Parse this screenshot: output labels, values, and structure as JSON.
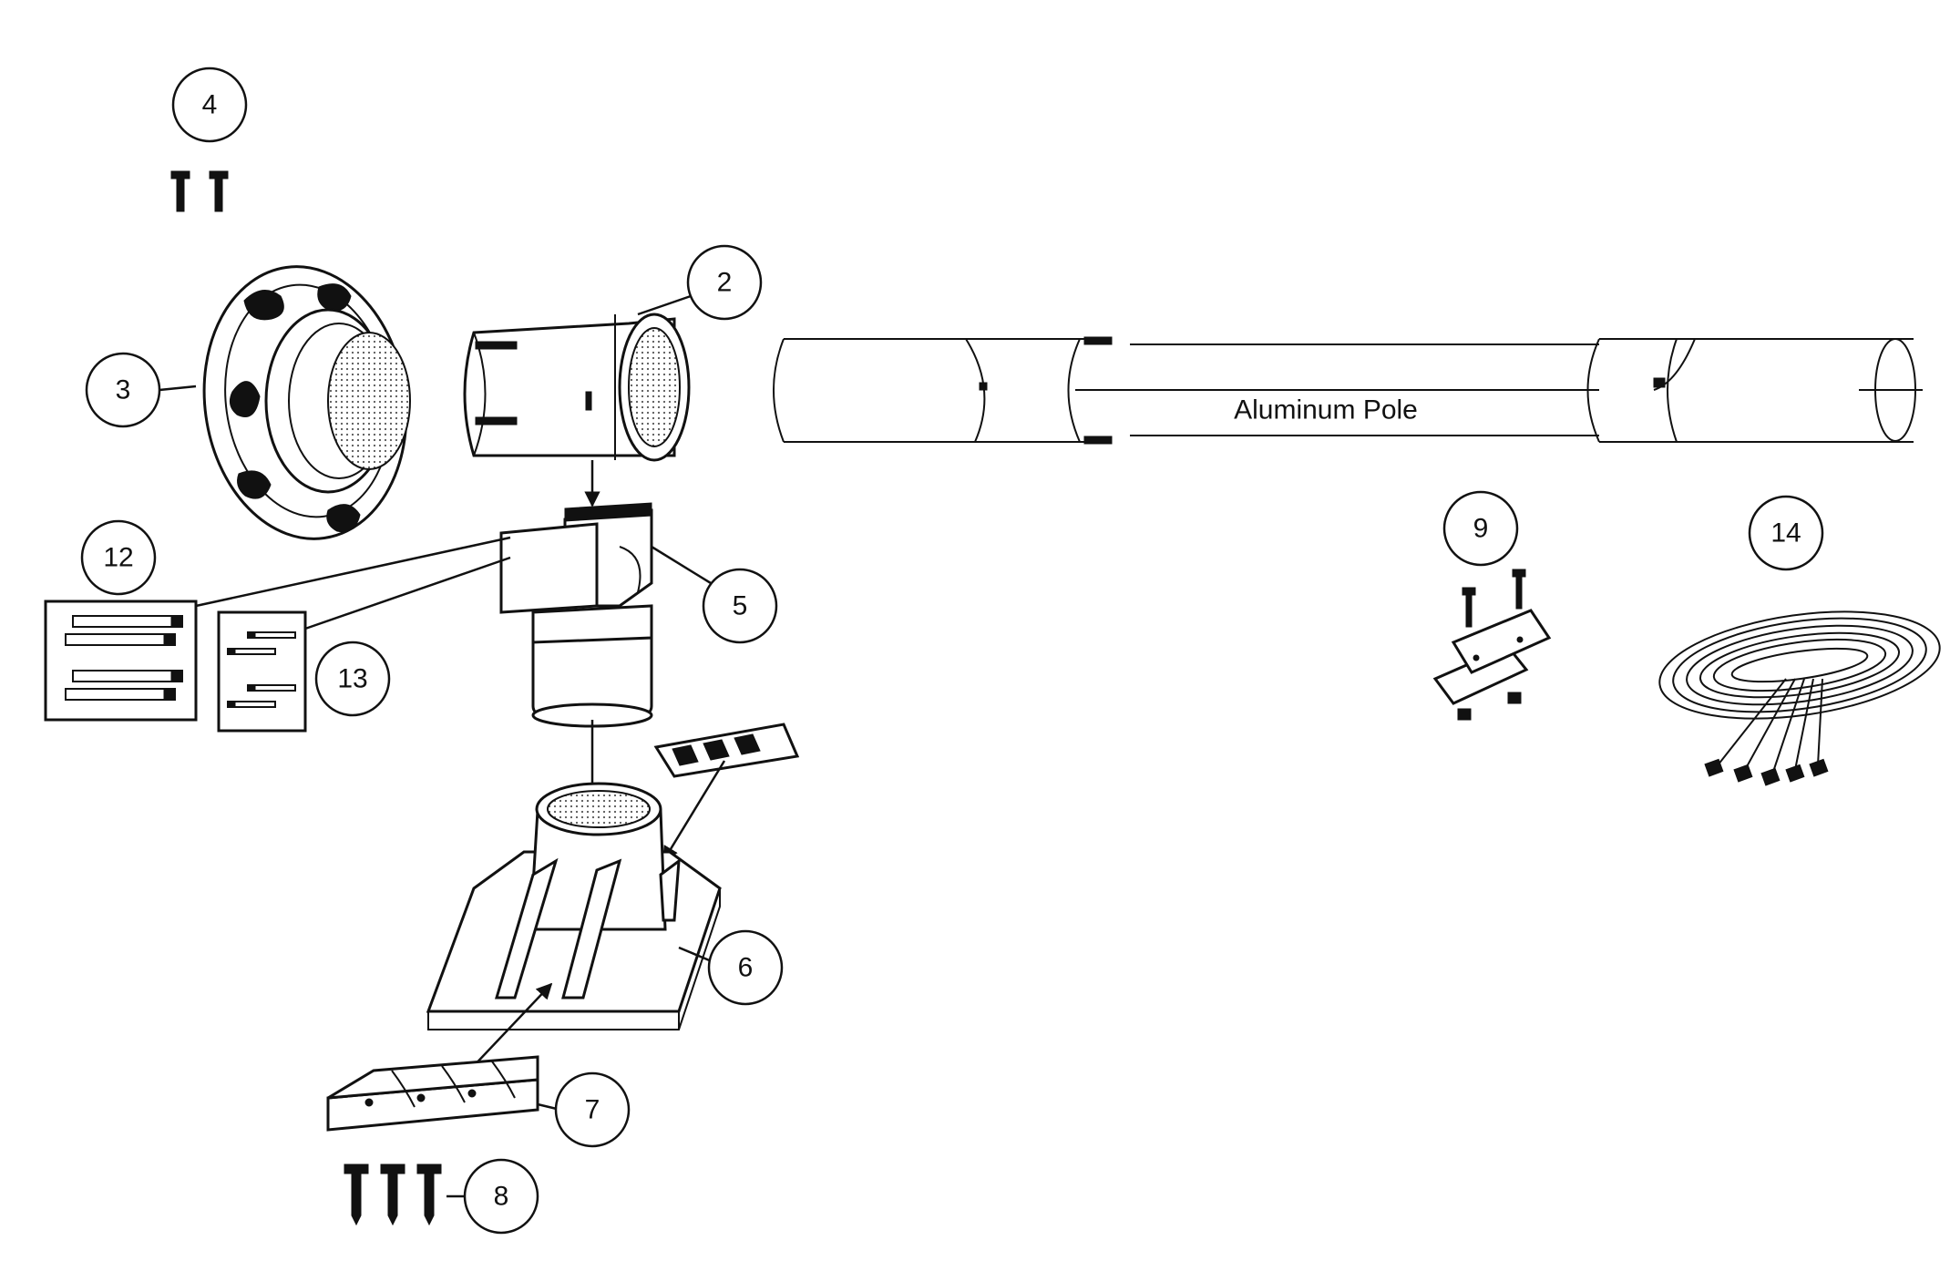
{
  "diagram": {
    "pole_label": "Aluminum Pole",
    "callouts": {
      "c2": "2",
      "c3": "3",
      "c4": "4",
      "c5": "5",
      "c6": "6",
      "c7": "7",
      "c8": "8",
      "c9": "9",
      "c12": "12",
      "c13": "13",
      "c14": "14"
    }
  }
}
